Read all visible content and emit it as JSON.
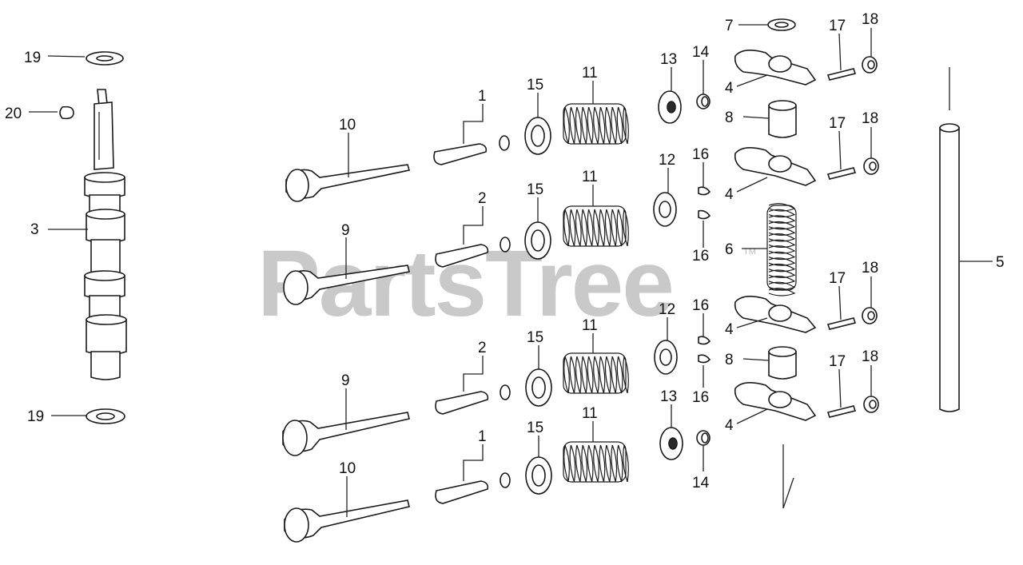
{
  "watermark": {
    "text": "PartsTree",
    "trademark": "TM"
  },
  "callouts": [
    {
      "id": "c19a",
      "label": "19"
    },
    {
      "id": "c20",
      "label": "20"
    },
    {
      "id": "c3",
      "label": "3"
    },
    {
      "id": "c19b",
      "label": "19"
    },
    {
      "id": "c10a",
      "label": "10"
    },
    {
      "id": "c9a",
      "label": "9"
    },
    {
      "id": "c9b",
      "label": "9"
    },
    {
      "id": "c10b",
      "label": "10"
    },
    {
      "id": "c1a",
      "label": "1"
    },
    {
      "id": "c2a",
      "label": "2"
    },
    {
      "id": "c2b",
      "label": "2"
    },
    {
      "id": "c1b",
      "label": "1"
    },
    {
      "id": "c15a",
      "label": "15"
    },
    {
      "id": "c15b",
      "label": "15"
    },
    {
      "id": "c15c",
      "label": "15"
    },
    {
      "id": "c15d",
      "label": "15"
    },
    {
      "id": "c11a",
      "label": "11"
    },
    {
      "id": "c11b",
      "label": "11"
    },
    {
      "id": "c11c",
      "label": "11"
    },
    {
      "id": "c11d",
      "label": "11"
    },
    {
      "id": "c13a",
      "label": "13"
    },
    {
      "id": "c12a",
      "label": "12"
    },
    {
      "id": "c12b",
      "label": "12"
    },
    {
      "id": "c13b",
      "label": "13"
    },
    {
      "id": "c14a",
      "label": "14"
    },
    {
      "id": "c16a",
      "label": "16"
    },
    {
      "id": "c16b",
      "label": "16"
    },
    {
      "id": "c16c",
      "label": "16"
    },
    {
      "id": "c16d",
      "label": "16"
    },
    {
      "id": "c14b",
      "label": "14"
    },
    {
      "id": "c7",
      "label": "7"
    },
    {
      "id": "c8a",
      "label": "8"
    },
    {
      "id": "c6",
      "label": "6"
    },
    {
      "id": "c8b",
      "label": "8"
    },
    {
      "id": "c4a",
      "label": "4"
    },
    {
      "id": "c4b",
      "label": "4"
    },
    {
      "id": "c4c",
      "label": "4"
    },
    {
      "id": "c4d",
      "label": "4"
    },
    {
      "id": "c17a",
      "label": "17"
    },
    {
      "id": "c17b",
      "label": "17"
    },
    {
      "id": "c17c",
      "label": "17"
    },
    {
      "id": "c17d",
      "label": "17"
    },
    {
      "id": "c18a",
      "label": "18"
    },
    {
      "id": "c18b",
      "label": "18"
    },
    {
      "id": "c18c",
      "label": "18"
    },
    {
      "id": "c18d",
      "label": "18"
    },
    {
      "id": "c5",
      "label": "5"
    }
  ]
}
